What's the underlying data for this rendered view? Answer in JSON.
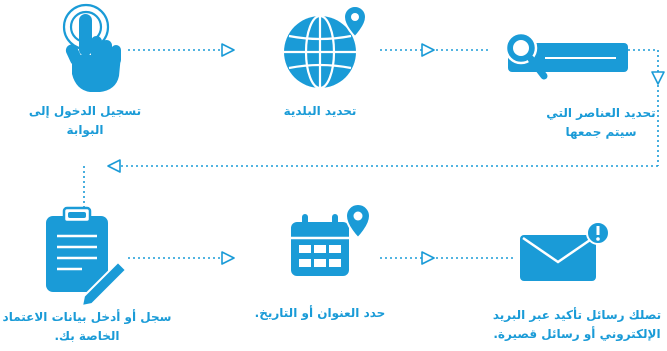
{
  "diagram": {
    "accent_color": "#1a9bd7",
    "steps": [
      {
        "id": "login",
        "icon": "hand-pointer-icon",
        "label": "تسجيل الدخول إلى البوابة"
      },
      {
        "id": "municipality",
        "icon": "globe-location-icon",
        "label": "تحديد البلدية"
      },
      {
        "id": "select-items",
        "icon": "magnifier-field-icon",
        "label": "تحديد العناصر التي سيتم جمعها"
      },
      {
        "id": "register-credentials",
        "icon": "clipboard-pen-icon",
        "label": "سجل أو أدخل بيانات الاعتماد الخاصة بك."
      },
      {
        "id": "address-date",
        "icon": "calendar-location-icon",
        "label": "حدد العنوان أو التاريخ."
      },
      {
        "id": "confirmation",
        "icon": "envelope-alert-icon",
        "label": "تصلك رسائل تأكيد عبر البريد الإلكتروني أو رسائل قصيرة."
      }
    ]
  }
}
